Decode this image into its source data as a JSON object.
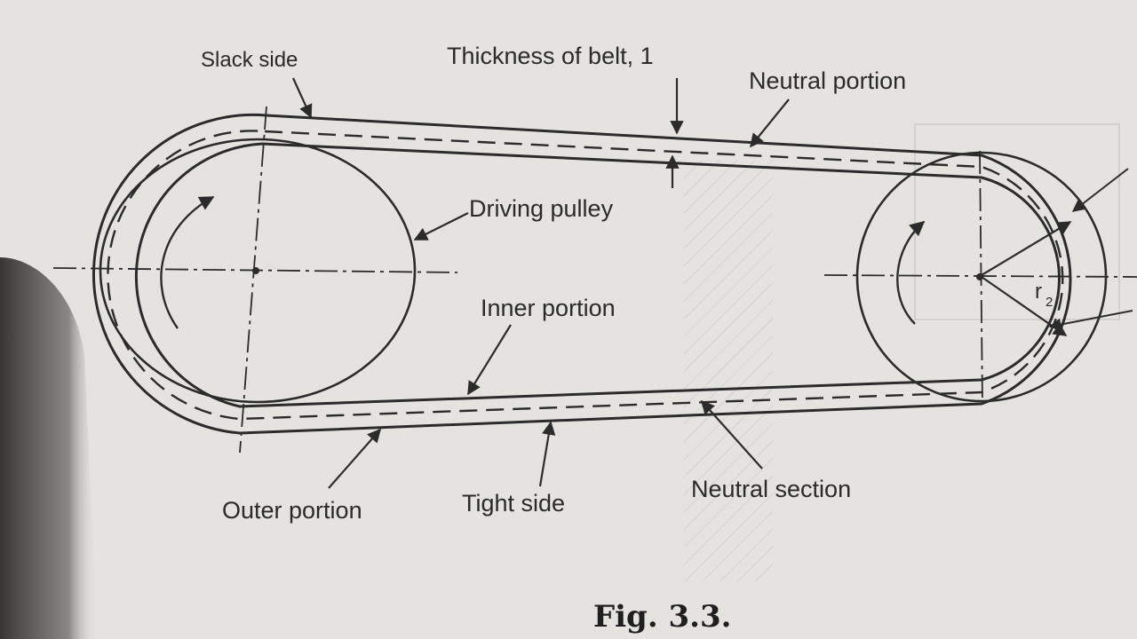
{
  "figure": {
    "caption": "Fig. 3.3.",
    "labels": {
      "slack_side": "Slack side",
      "thickness_of_belt": "Thickness of belt, 1",
      "neutral_portion": "Neutral portion",
      "driving_pulley": "Driving pulley",
      "inner_portion": "Inner portion",
      "outer_portion": "Outer portion",
      "tight_side": "Tight side",
      "neutral_section": "Neutral section",
      "radius_r2": "r",
      "radius_r2_sub": "2"
    },
    "colors": {
      "paper": "#e4e3df",
      "ink": "#2b2b2b",
      "shadow": "#3b3a38"
    }
  }
}
